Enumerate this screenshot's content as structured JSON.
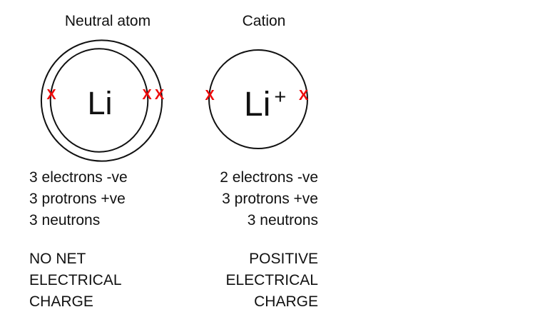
{
  "figure": {
    "background_color": "#ffffff",
    "outline_color": "#111111",
    "electron_mark_color": "#ee0a0a",
    "electron_mark_glyph": "X"
  },
  "neutral_atom": {
    "title": "Neutral atom",
    "symbol": "Li",
    "charge": "",
    "shells_shown": 2,
    "electron_marks_shown": 3,
    "properties": [
      "3 electrons -ve",
      "3 protrons +ve",
      "3 neutrons"
    ],
    "conclusion": [
      "NO NET",
      "ELECTRICAL",
      "CHARGE"
    ]
  },
  "cation": {
    "title": "Cation",
    "symbol": "Li",
    "charge": "+",
    "shells_shown": 1,
    "electron_marks_shown": 2,
    "properties": [
      "2 electrons -ve",
      "3 protrons +ve",
      "3 neutrons"
    ],
    "conclusion": [
      "POSITIVE",
      "ELECTRICAL",
      "CHARGE"
    ]
  }
}
